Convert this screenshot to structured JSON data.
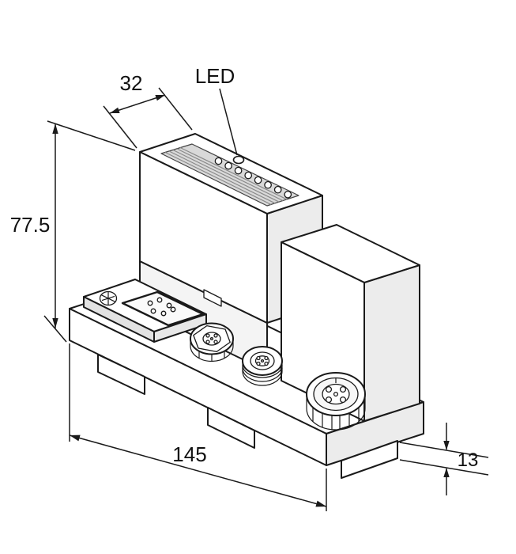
{
  "page": {
    "type": "technical-dimension-drawing",
    "background": "#ffffff",
    "line_color": "#1a1a1a"
  },
  "labels": {
    "led": "LED",
    "dim_width_mm": "32",
    "dim_height_mm": "77.5",
    "dim_length_mm": "145",
    "dim_foot_mm": "13"
  },
  "module": {
    "led_window_count": 8,
    "label_strip_count": 5,
    "mounting_feet": 3,
    "parts": [
      "electronics-housing",
      "right-housing",
      "base-module",
      "label-plate",
      "cross-screw",
      "m12-connector-hex",
      "m12-connector-threaded",
      "round-power-connector"
    ]
  },
  "colors": {
    "label_field": "#d9d9d9",
    "shaded_face": "#ececec"
  }
}
